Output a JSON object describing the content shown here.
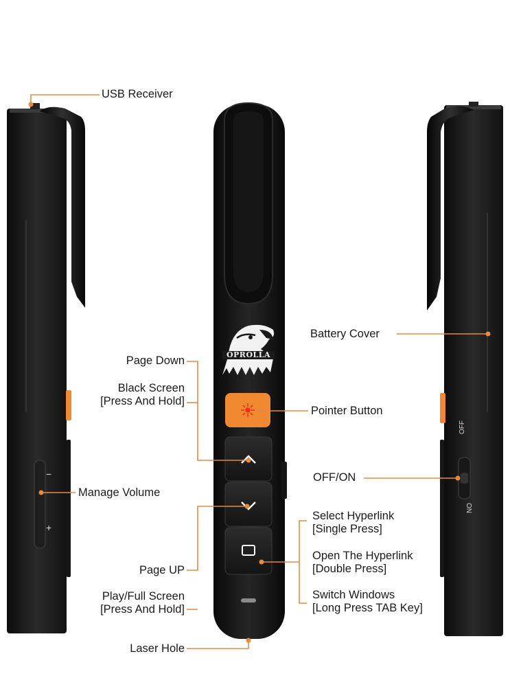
{
  "brand": "OPROLLA",
  "accent_color": "#f0892f",
  "device_color": "#1b1b1b",
  "leader_color": "#e88a3c",
  "labels": {
    "usb_receiver": "USB Receiver",
    "battery_cover": "Battery Cover",
    "page_down": "Page Down",
    "black_screen_1": "Black Screen",
    "black_screen_2": "[Press And Hold]",
    "pointer_button": "Pointer Button",
    "manage_volume": "Manage Volume",
    "off_on": "OFF/ON",
    "select_hyperlink_1": "Select Hyperlink",
    "select_hyperlink_2": "[Single Press]",
    "open_hyperlink_1": "Open The Hyperlink",
    "open_hyperlink_2": "[Double Press]",
    "page_up": "Page UP",
    "play_full_1": "Play/Full Screen",
    "play_full_2": "[Press And Hold]",
    "switch_windows_1": "Switch Windows",
    "switch_windows_2": "[Long Press TAB Key]",
    "laser_hole": "Laser Hole"
  },
  "volume_marks": {
    "minus": "−",
    "plus": "+"
  },
  "switch_marks": {
    "off": "OFF",
    "on": "ON"
  },
  "icons": [
    "laser-icon",
    "chevron-up-icon",
    "chevron-down-icon",
    "window-square-icon",
    "eagle-logo-icon"
  ]
}
